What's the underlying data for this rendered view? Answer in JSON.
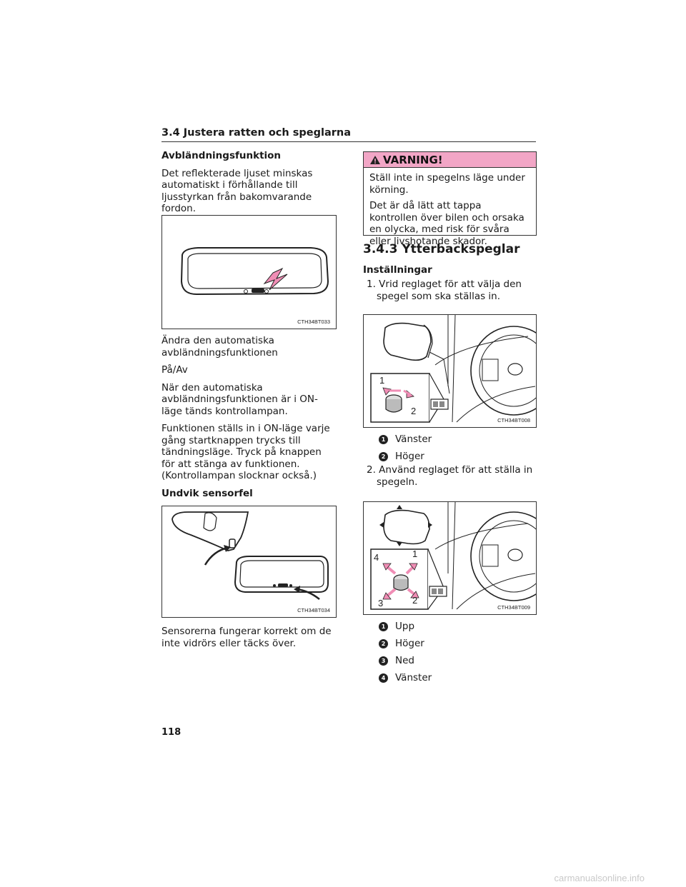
{
  "header": {
    "section": "3.4  Justera ratten och speglarna"
  },
  "left": {
    "heading": "Avbländningsfunktion",
    "intro": "Det reflekterade ljuset minskas automatiskt i förhållande till ljusstyrkan från bakomvarande fordon.",
    "fig1_code": "CTH34BT033",
    "p1": "Ändra den automatiska avbländningsfunktionen",
    "p2": "På/Av",
    "p3": "När den automatiska avbländningsfunktionen är i ON-läge tänds kontrollampan.",
    "p4": "Funktionen ställs in i ON-läge varje gång startknappen trycks till tändningsläge. Tryck på knappen för att stänga av funktionen. (Kontrollampan slocknar också.)",
    "subhead2": "Undvik sensorfel",
    "fig2_code": "CTH34BT034",
    "p5": "Sensorerna fungerar korrekt om de inte vidrörs eller täcks över."
  },
  "warning": {
    "title": "VARNING!",
    "p1": "Ställ inte in spegelns läge under körning.",
    "p2": "Det är då lätt att tappa kontrollen över bilen och orsaka en olycka, med risk för svåra eller livshotande skador."
  },
  "right": {
    "h3": "3.4.3  Ytterbackspeglar",
    "subhead": "Inställningar",
    "step1": "1. Vrid reglaget för att välja den spegel som ska ställas in.",
    "fig3_code": "CTH34BT008",
    "fig3_callouts": [
      "1",
      "2"
    ],
    "legend1": [
      {
        "n": "1",
        "label": "Vänster"
      },
      {
        "n": "2",
        "label": "Höger"
      }
    ],
    "step2": "2. Använd reglaget för att ställa in spegeln.",
    "fig4_code": "CTH34BT009",
    "fig4_callouts": [
      "4",
      "1",
      "3",
      "2"
    ],
    "legend2": [
      {
        "n": "1",
        "label": "Upp"
      },
      {
        "n": "2",
        "label": "Höger"
      },
      {
        "n": "3",
        "label": "Ned"
      },
      {
        "n": "4",
        "label": "Vänster"
      }
    ]
  },
  "footer": {
    "page": "118",
    "watermark": "carmanualsonline.info"
  }
}
